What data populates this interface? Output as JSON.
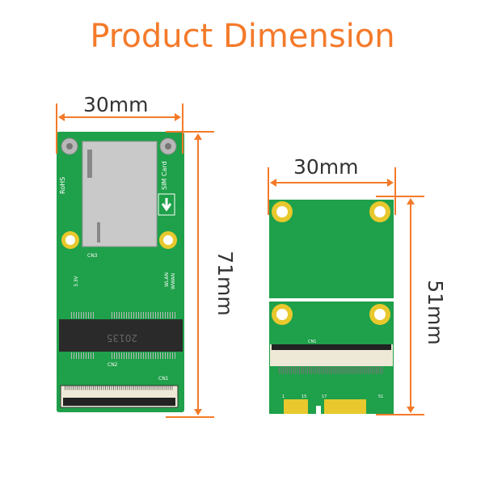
{
  "title": "Product Dimension",
  "colors": {
    "accent": "#f47a2a",
    "pcb": "#1fa04a",
    "pad": "#e8c82c"
  },
  "board_left": {
    "width_label": "30mm",
    "height_label": "71mm",
    "silk": {
      "sim": "SIM Card",
      "cn1": "CN1",
      "cn2": "CN2",
      "cn3": "CN3",
      "wlan": "WLAN",
      "wwan": "WWAN",
      "socket": "20135",
      "rohs": "RoHS",
      "v": "3.3V"
    }
  },
  "board_right": {
    "width_label": "30mm",
    "height_label": "51mm",
    "silk": {
      "cn1": "CN1",
      "p1": "1",
      "p15": "15",
      "p17": "17",
      "p51": "51"
    }
  }
}
